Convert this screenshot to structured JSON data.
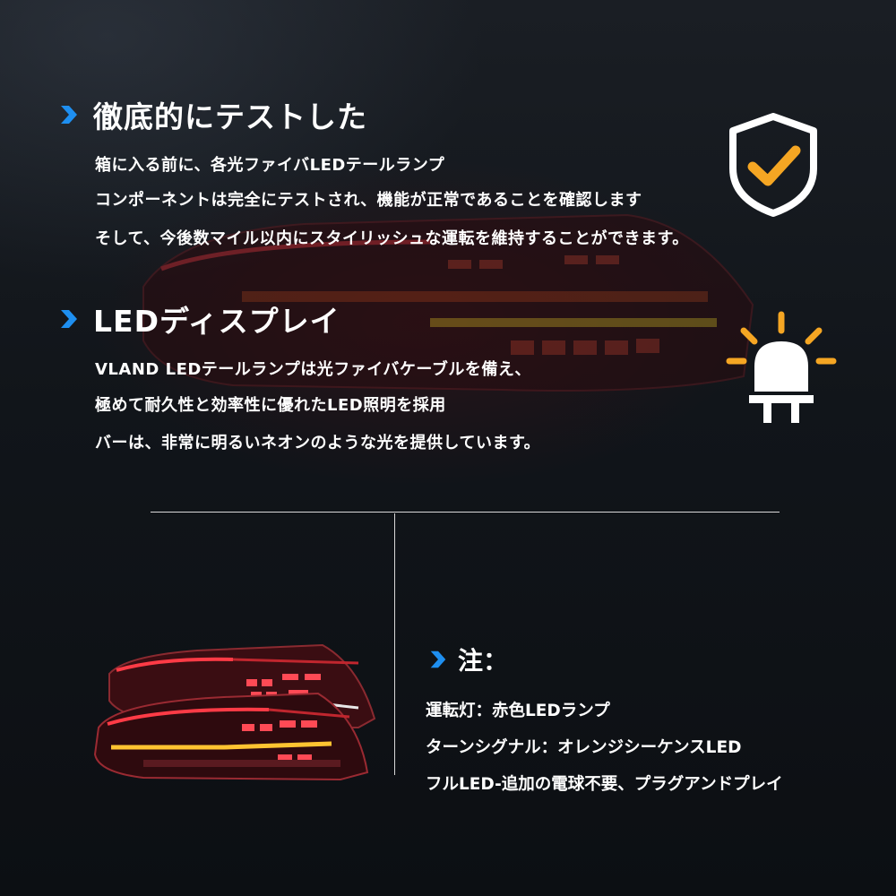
{
  "section1": {
    "title": "徹底的にテストした",
    "lines": [
      "箱に入る前に、各光ファイバLEDテールランプ",
      "コンポーネントは完全にテストされ、機能が正常であることを確認します",
      "そして、今後数マイル以内にスタイリッシュな運転を維持することができます。"
    ],
    "icon": "shield-check-icon"
  },
  "section2": {
    "title": "LEDディスプレイ",
    "lines": [
      "VLAND LEDテールランプは光ファイバケーブルを備え、",
      "極めて耐久性と効率性に優れたLED照明を採用",
      "バーは、非常に明るいネオンのような光を提供しています。"
    ],
    "icon": "led-bulb-icon"
  },
  "note": {
    "title": "注：",
    "lines": [
      "運転灯：赤色LEDランプ",
      "ターンシグナル：オレンジシーケンスLED",
      "フルLED-追加の電球不要、プラグアンドプレイ"
    ]
  },
  "colors": {
    "accent_blue": "#1e8ff0",
    "accent_orange": "#f5a623",
    "text": "#ffffff"
  }
}
